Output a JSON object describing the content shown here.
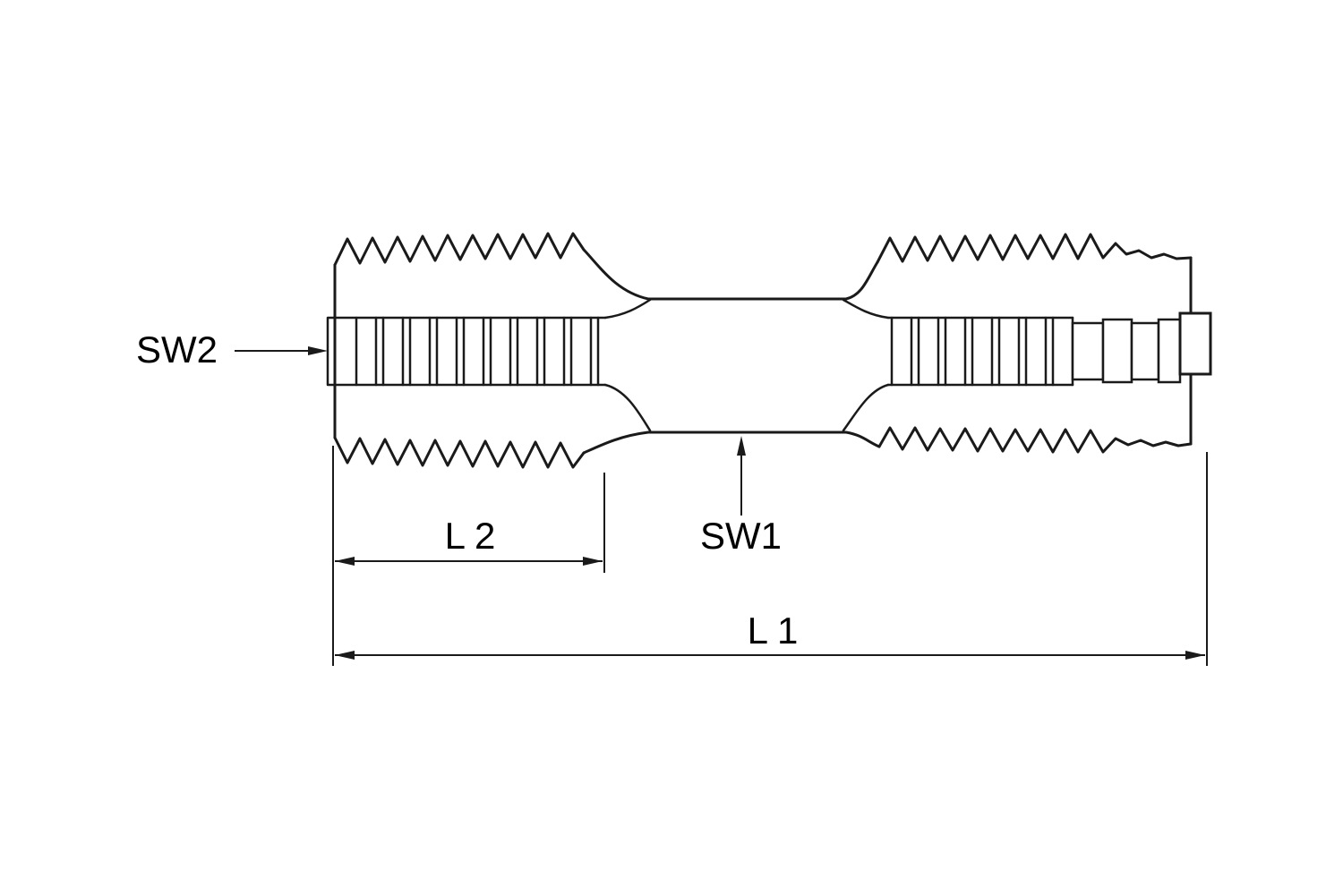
{
  "diagram": {
    "labels": {
      "sw2": "SW2",
      "sw1": "SW1",
      "l2": "L 2",
      "l1": "L 1"
    },
    "colors": {
      "line": "#1a1a1a",
      "background": "#ffffff"
    }
  }
}
